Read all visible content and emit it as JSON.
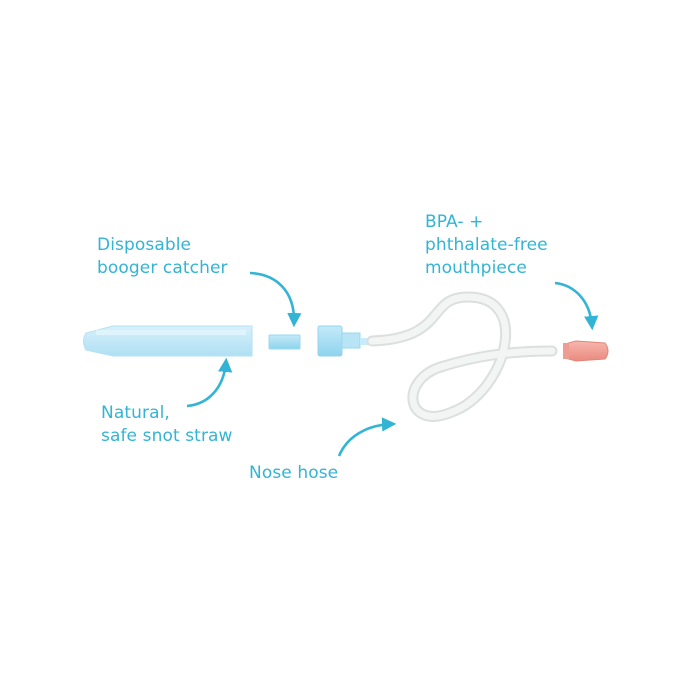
{
  "labels": {
    "booger_catcher": [
      "Disposable",
      "booger catcher"
    ],
    "mouthpiece": [
      "BPA- +",
      "phthalate-free",
      "mouthpiece"
    ],
    "snot_straw": [
      "Natural,",
      "safe snot straw"
    ],
    "nose_hose": [
      "Nose hose"
    ]
  },
  "colors": {
    "label_text": "#33b4d4",
    "arrows": "#33b4d4",
    "straw": "#c9ebf8",
    "filter": "#a9dff3",
    "hose": "#eceeee",
    "mouthpiece": "#f19a8f"
  }
}
